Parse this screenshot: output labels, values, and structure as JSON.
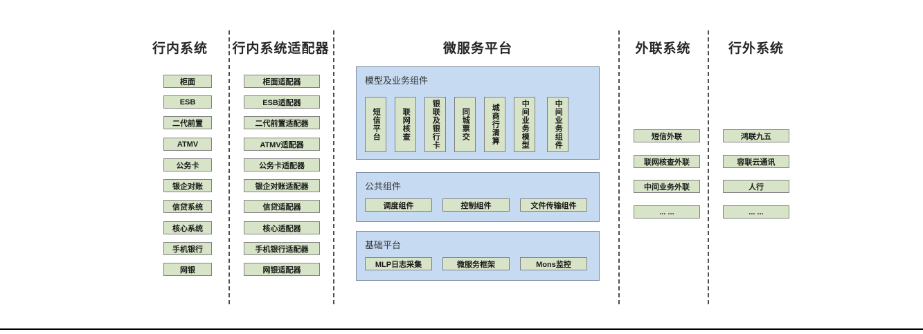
{
  "diagram": {
    "title_bar": {},
    "columns": [
      {
        "id": "in-bank-systems",
        "title": "行内系统",
        "nodes": [
          "柜面",
          "ESB",
          "二代前置",
          "ATMV",
          "公务卡",
          "银企对账",
          "信贷系统",
          "核心系统",
          "手机银行",
          "网银"
        ]
      },
      {
        "id": "in-bank-adapters",
        "title": "行内系统适配器",
        "nodes": [
          "柜面适配器",
          "ESB适配器",
          "二代前置适配器",
          "ATMV适配器",
          "公务卡适配器",
          "银企对账适配器",
          "信贷适配器",
          "核心适配器",
          "手机银行适配器",
          "网银适配器"
        ]
      },
      {
        "id": "microservice-platform",
        "title": "微服务平台",
        "panels": [
          {
            "id": "model-business-components",
            "title": "模型及业务组件",
            "orientation": "vertical",
            "nodes": [
              "短信平台",
              "联网核查",
              "银联及银行卡",
              "同城票交",
              "城商行清算",
              "中间业务模型",
              "中间业务组件"
            ]
          },
          {
            "id": "public-components",
            "title": "公共组件",
            "orientation": "horizontal",
            "nodes": [
              "调度组件",
              "控制组件",
              "文件传输组件"
            ]
          },
          {
            "id": "base-platform",
            "title": "基础平台",
            "orientation": "horizontal",
            "nodes": [
              "MLP日志采集",
              "微服务框架",
              "Mons监控"
            ]
          }
        ]
      },
      {
        "id": "external-link-systems",
        "title": "外联系统",
        "nodes": [
          "短信外联",
          "联网核查外联",
          "中间业务外联",
          "... ..."
        ]
      },
      {
        "id": "out-of-bank-systems",
        "title": "行外系统",
        "nodes": [
          "鸿联九五",
          "容联云通讯",
          "人行",
          "... ..."
        ]
      }
    ],
    "colors": {
      "node_fill": "#d7e4c8",
      "node_border": "#808080",
      "panel_fill": "#c6daf2",
      "panel_border": "#7f8ea3",
      "divider": "#4d4d4d",
      "text": "#1a1a1a",
      "background": "#ffffff"
    }
  }
}
